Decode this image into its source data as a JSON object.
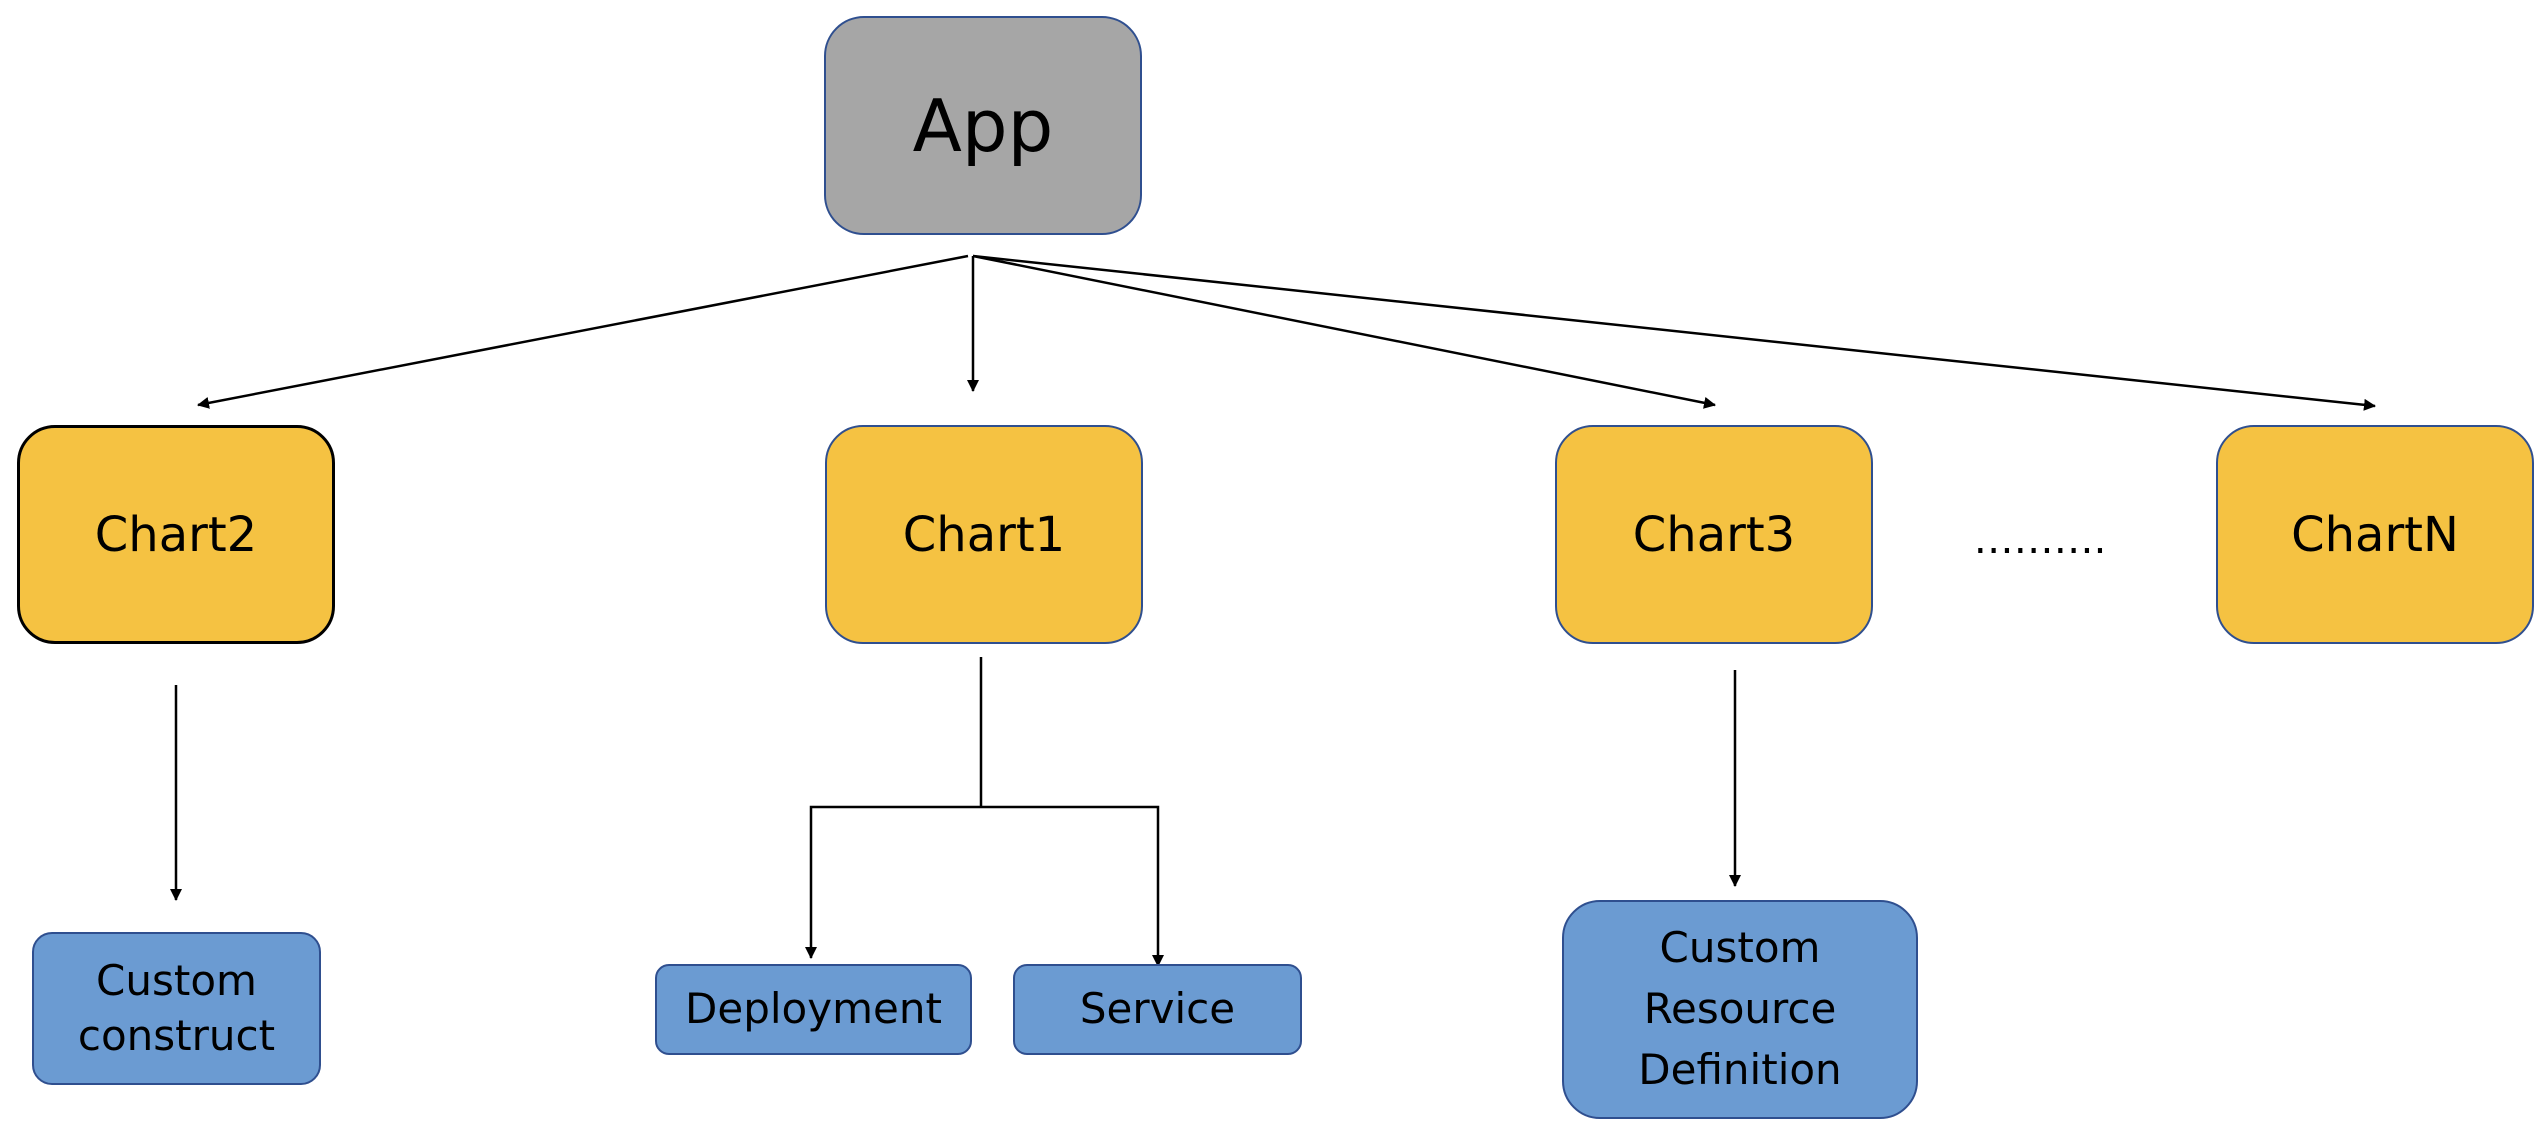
{
  "nodes": {
    "app": "App",
    "chart2": "Chart2",
    "chart1": "Chart1",
    "chart3": "Chart3",
    "chartn": "ChartN",
    "custom_construct": "Custom\nconstruct",
    "deployment": "Deployment",
    "service": "Service",
    "custom_resource_definition": "Custom\nResource\nDefinition"
  },
  "ellipsis": "……….",
  "colors": {
    "app_fill": "#a6a6a6",
    "app_border": "#2f4f8f",
    "chart_fill": "#f5c242",
    "chart_border": "#2f4f8f",
    "chart2_border": "#000000",
    "leaf_fill": "#6b9bd2",
    "leaf_border": "#2f4f8f",
    "arrow": "#000000"
  }
}
